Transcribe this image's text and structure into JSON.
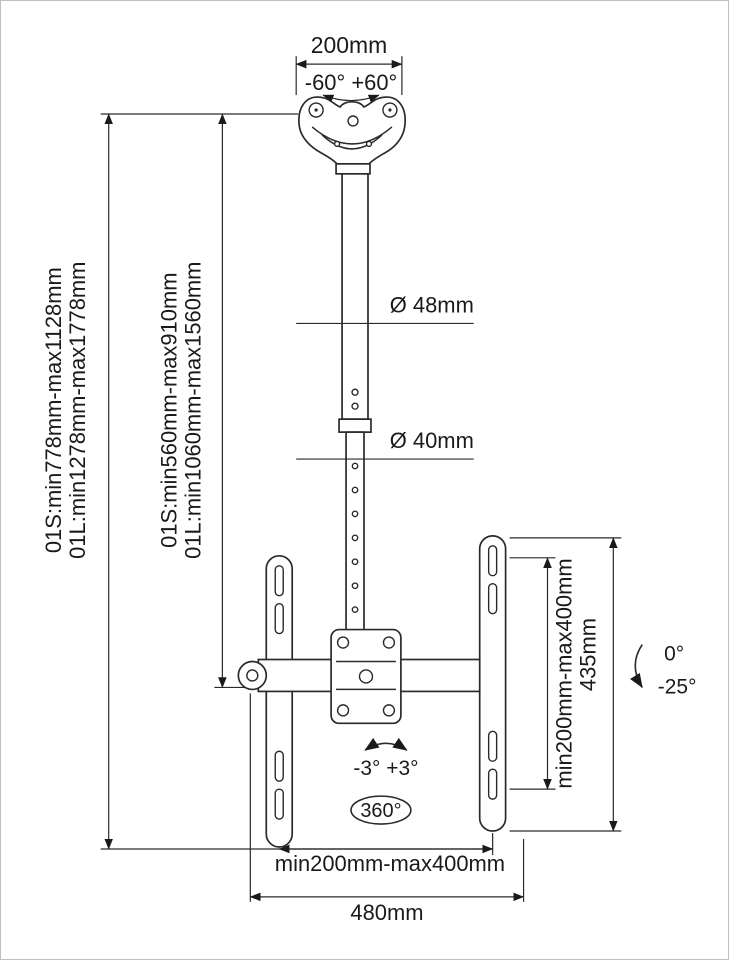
{
  "meta": {
    "type": "technical-diagram",
    "subject": "TV ceiling mount bracket dimension drawing"
  },
  "colors": {
    "line": "#2a2a2a",
    "text": "#1a1a1a",
    "background": "#ffffff",
    "border": "#c0c0c0"
  },
  "labels": {
    "top_width": "200mm",
    "swivel_range": "-60° +60°",
    "upper_pole_diameter": "Ø 48mm",
    "lower_pole_diameter": "Ø 40mm",
    "overall_drop_s": "01S:min778mm-max1128mm",
    "overall_drop_l": "01L:min1278mm-max1778mm",
    "pole_drop_s": "01S:min560mm-max910mm",
    "pole_drop_l": "01L:min1060mm-max1560mm",
    "vesa_height_range": "min200mm-max400mm",
    "bracket_height": "435mm",
    "tilt_up": "0°",
    "tilt_down": "-25°",
    "level_adjust": "-3° +3°",
    "rotation": "360°",
    "vesa_width_range": "min200mm-max400mm",
    "overall_width": "480mm"
  }
}
